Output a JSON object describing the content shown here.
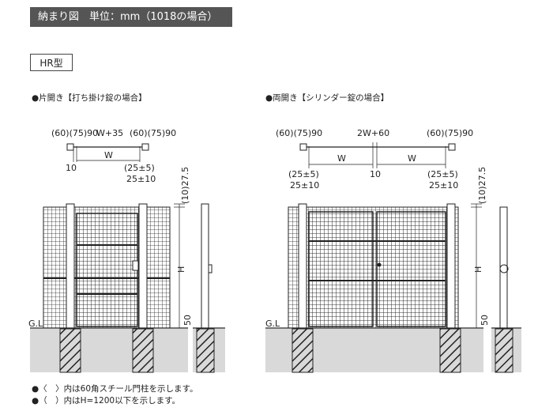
{
  "title": "納まり図　単位：mm（1018の場合）",
  "type_label": "HR型",
  "left": {
    "heading": "●片開き【打ち掛け錠の場合】",
    "dims": {
      "top_left": "(60)(75)90",
      "top_mid": "W+35",
      "top_right": "(60)(75)90",
      "w": "W",
      "gap": "10",
      "off_top": "(25±5)",
      "off_bottom": "25±10"
    }
  },
  "right": {
    "heading": "●両開き【シリンダー錠の場合】",
    "dims": {
      "top_left": "(60)(75)90",
      "top_mid": "2W+60",
      "top_right": "(60)(75)90",
      "w_left": "W",
      "w_right": "W",
      "gap": "10",
      "off_left_top": "(25±5)",
      "off_left_bottom": "25±10",
      "off_right_top": "(25±5)",
      "off_right_bottom": "25±10"
    }
  },
  "side_dims": {
    "top": "(10)27.5",
    "height": "H",
    "bottom": "50"
  },
  "ground_label": "G.L",
  "notes": [
    "●〈　〉内は60角スチール門柱を示します。",
    "●（　）内はH=1200以下を示します。"
  ]
}
